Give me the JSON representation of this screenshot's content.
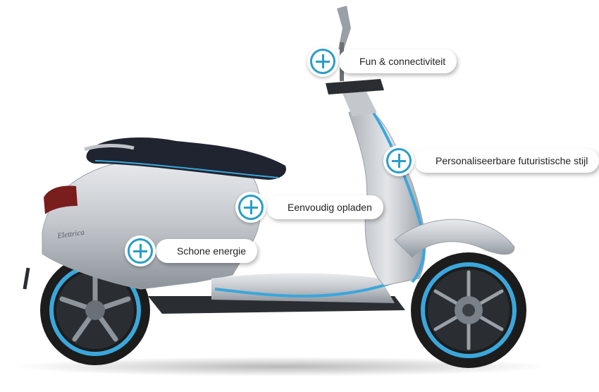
{
  "hotspots": [
    {
      "label": "Fun & connectiviteit"
    },
    {
      "label": "Personaliseerbare futuristische stijl"
    },
    {
      "label": "Eenvoudig opladen"
    },
    {
      "label": "Schone energie"
    }
  ],
  "badge": {
    "text": "Elettrica"
  },
  "colors": {
    "accent": "#2a9dc8",
    "body": "#c9ccd0",
    "seat": "#1f2430",
    "trim": "#3aa7dc"
  },
  "icons": [
    "plus-icon"
  ]
}
